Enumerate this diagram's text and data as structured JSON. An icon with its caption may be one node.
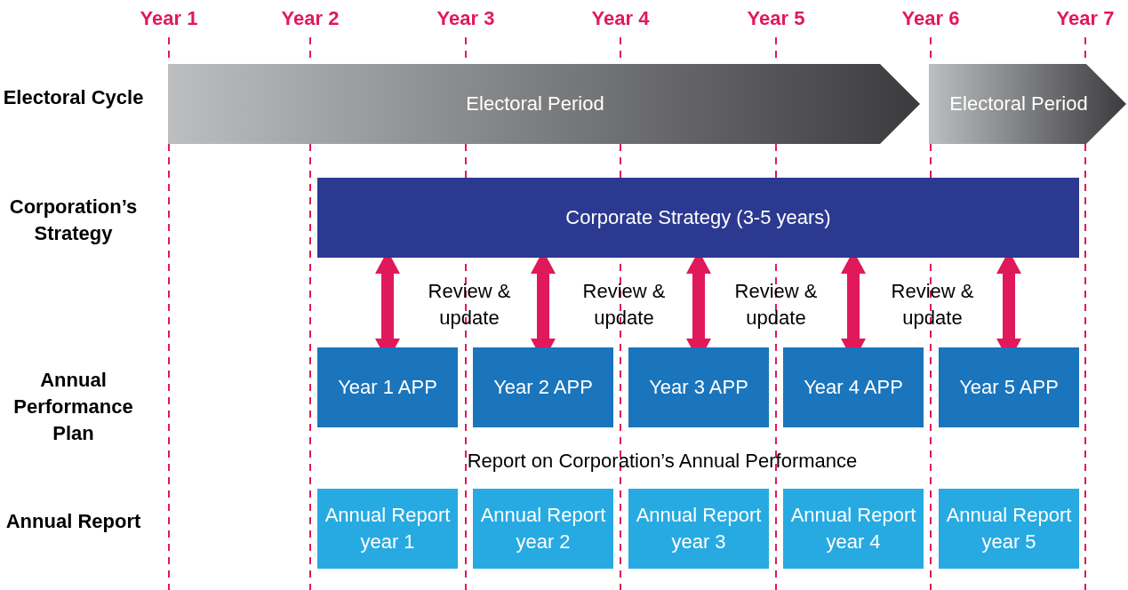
{
  "diagram": {
    "nodes": [
      {
        "text": [
          "Electoral Period"
        ]
      },
      {
        "text": [
          "Electoral Period"
        ]
      },
      {
        "text": [
          "Corporate Strategy (3-5 years)"
        ]
      },
      {
        "text": [
          "Year 1 APP"
        ]
      },
      {
        "text": [
          "Year 2 APP"
        ]
      },
      {
        "text": [
          "Year 3 APP"
        ]
      },
      {
        "text": [
          "Year 4 APP"
        ]
      },
      {
        "text": [
          "Year 5 APP"
        ]
      },
      {
        "text": [
          "Annual Report year 1"
        ]
      },
      {
        "text": [
          "Annual Report year 2"
        ]
      },
      {
        "text": [
          "Annual Report year 3"
        ]
      },
      {
        "text": [
          "Annual Report year 4"
        ]
      },
      {
        "text": [
          "Annual Report year 5"
        ]
      }
    ],
    "edges": [
      {
        "from": 2,
        "to": 3,
        "arrow": "both"
      },
      {
        "from": 2,
        "to": 4,
        "arrow": "both"
      },
      {
        "from": 2,
        "to": 5,
        "arrow": "both"
      },
      {
        "from": 2,
        "to": 6,
        "arrow": "both"
      },
      {
        "from": 2,
        "to": 7,
        "arrow": "both"
      }
    ],
    "labels": [
      "Year 1",
      "Year 2",
      "Year 3",
      "Year 4",
      "Year 5",
      "Year 6",
      "Year 7",
      "Electoral Cycle",
      "Corporation’s Strategy",
      "Review & update",
      "Review & update",
      "Review & update",
      "Review & update",
      "Annual Performance Plan",
      "Report on Corporation’s Annual Performance",
      "Annual Report"
    ]
  }
}
